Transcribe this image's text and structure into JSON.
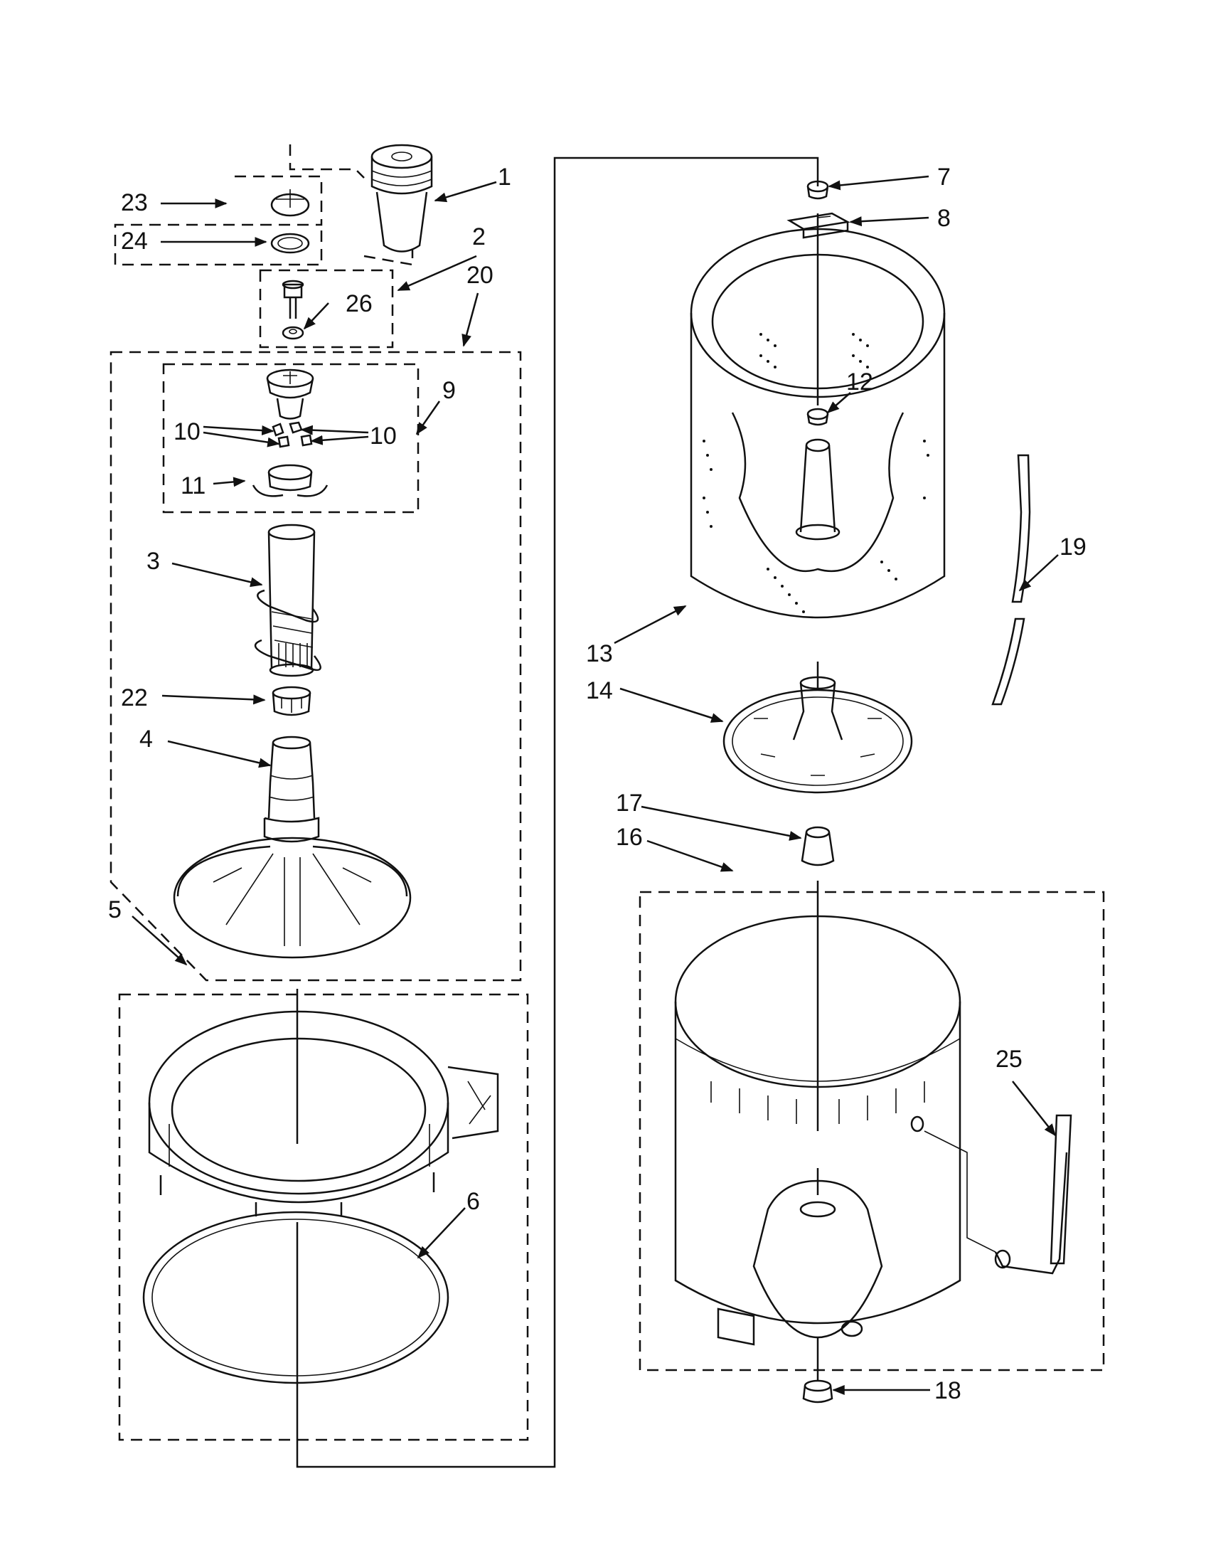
{
  "callouts": [
    {
      "id": "1",
      "text": "1"
    },
    {
      "id": "2",
      "text": "2"
    },
    {
      "id": "3",
      "text": "3"
    },
    {
      "id": "4",
      "text": "4"
    },
    {
      "id": "5",
      "text": "5"
    },
    {
      "id": "6",
      "text": "6"
    },
    {
      "id": "7",
      "text": "7"
    },
    {
      "id": "8",
      "text": "8"
    },
    {
      "id": "9",
      "text": "9"
    },
    {
      "id": "10a",
      "text": "10"
    },
    {
      "id": "10b",
      "text": "10"
    },
    {
      "id": "11",
      "text": "11"
    },
    {
      "id": "12",
      "text": "12"
    },
    {
      "id": "13",
      "text": "13"
    },
    {
      "id": "14",
      "text": "14"
    },
    {
      "id": "16",
      "text": "16"
    },
    {
      "id": "17",
      "text": "17"
    },
    {
      "id": "18",
      "text": "18"
    },
    {
      "id": "19",
      "text": "19"
    },
    {
      "id": "20",
      "text": "20"
    },
    {
      "id": "22",
      "text": "22"
    },
    {
      "id": "23",
      "text": "23"
    },
    {
      "id": "24",
      "text": "24"
    },
    {
      "id": "25",
      "text": "25"
    },
    {
      "id": "26",
      "text": "26"
    }
  ]
}
